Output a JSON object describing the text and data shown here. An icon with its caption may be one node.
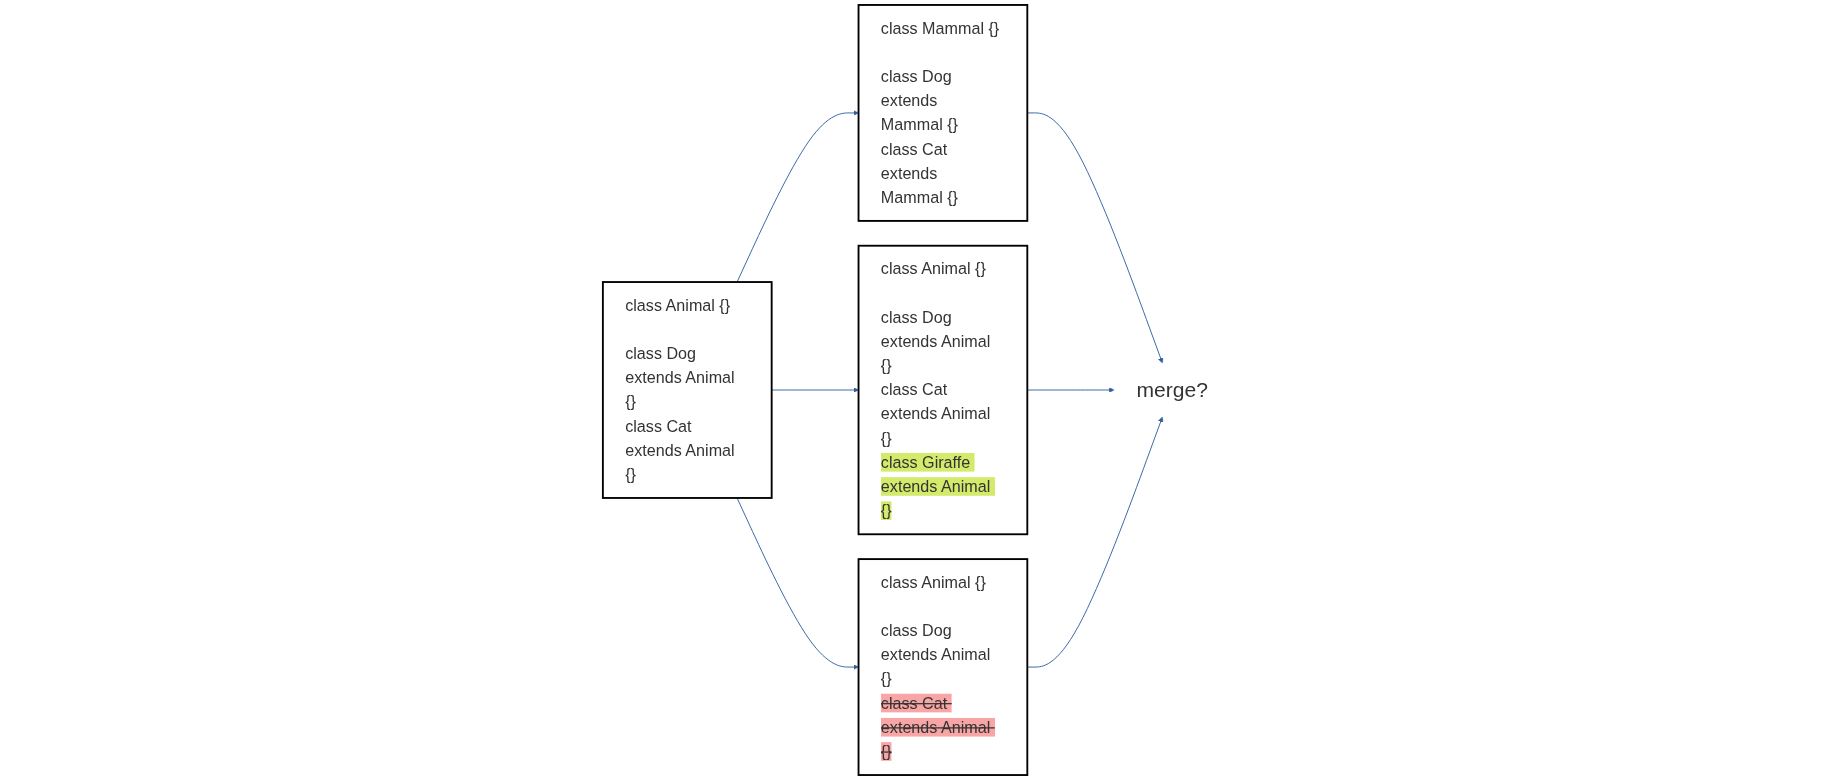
{
  "diagram": {
    "nodes": [
      {
        "text": [
          "class Animal {}",
          "class Dog extends Animal {}",
          "class Cat extends Animal {}"
        ]
      },
      {
        "text": [
          "class Mammal {}",
          "class Dog extends Mammal {}",
          "class Cat extends Mammal {}"
        ]
      },
      {
        "text": [
          "class Animal {}",
          "class Dog extends Animal {}",
          "class Cat extends Animal {}",
          "class Giraffe extends Animal {}"
        ]
      },
      {
        "text": [
          "class Animal {}",
          "class Dog extends Animal {}",
          "class Cat extends Animal {}"
        ]
      },
      {
        "text": [
          "merge?"
        ]
      }
    ],
    "edges": [
      {
        "from": 0,
        "to": 1,
        "arrow": "to"
      },
      {
        "from": 0,
        "to": 2,
        "arrow": "to"
      },
      {
        "from": 0,
        "to": 3,
        "arrow": "to"
      },
      {
        "from": 1,
        "to": 4,
        "arrow": "to"
      },
      {
        "from": 2,
        "to": 4,
        "arrow": "to"
      },
      {
        "from": 3,
        "to": 4,
        "arrow": "to"
      }
    ]
  }
}
